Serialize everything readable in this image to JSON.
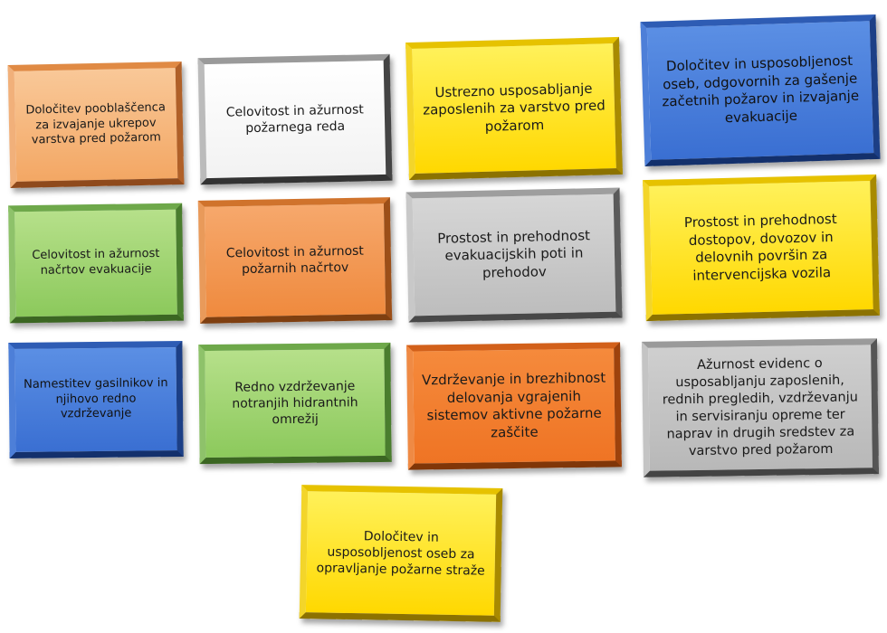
{
  "boxes": [
    {
      "id": "b1",
      "text": "Določitev pooblaščenca za izvajanje ukrepov varstva pred požarom",
      "color": "#f3a764"
    },
    {
      "id": "b2",
      "text": "Celovitost in ažurnost požarnega reda",
      "color": "#ffffff"
    },
    {
      "id": "b3",
      "text": "Ustrezno usposabljanje zaposlenih za varstvo pred požarom",
      "color": "#ffe000"
    },
    {
      "id": "b4",
      "text": "Določitev in usposobljenost oseb, odgovornih za gašenje začetnih požarov in izvajanje evakuacije",
      "color": "#3a6fd2"
    },
    {
      "id": "b5",
      "text": "Celovitost in ažurnost načrtov evakuacije",
      "color": "#8cc95c"
    },
    {
      "id": "b6",
      "text": "Celovitost in ažurnost požarnih načrtov",
      "color": "#ef8a3e"
    },
    {
      "id": "b7",
      "text": "Prostost in prehodnost evakuacijskih poti in prehodov",
      "color": "#bdbdbd"
    },
    {
      "id": "b8",
      "text": "Prostost in prehodnost dostopov, dovozov in delovnih površin za intervencijska vozila",
      "color": "#ffd800"
    },
    {
      "id": "b9",
      "text": "Namestitev gasilnikov in njihovo redno vzdrževanje",
      "color": "#3a6fd2"
    },
    {
      "id": "b10",
      "text": "Redno vzdrževanje notranjih hidrantnih omrežij",
      "color": "#8cc95c"
    },
    {
      "id": "b11",
      "text": "Vzdrževanje in brezhibnost delovanja vgrajenih sistemov aktivne požarne zaščite",
      "color": "#ef7424"
    },
    {
      "id": "b12",
      "text": "Ažurnost evidenc o usposabljanju zaposlenih, rednih pregledih, vzdrževanju in servisiranju opreme ter naprav in drugih sredstev za varstvo pred požarom",
      "color": "#b8b8b8"
    },
    {
      "id": "b13",
      "text": "Določitev in usposobljenost oseb za opravljanje požarne straže",
      "color": "#ffd800"
    }
  ]
}
